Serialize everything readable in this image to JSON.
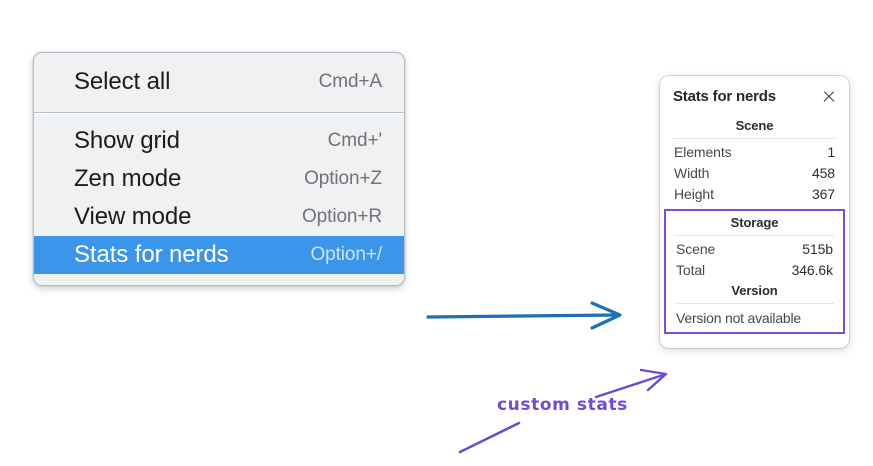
{
  "context_menu": {
    "name": "canvas-context-menu",
    "sections": [
      {
        "items": [
          {
            "label": "Select all",
            "shortcut": "Cmd+A",
            "selected": false
          }
        ]
      },
      {
        "items": [
          {
            "label": "Show grid",
            "shortcut": "Cmd+'",
            "selected": false
          },
          {
            "label": "Zen mode",
            "shortcut": "Option+Z",
            "selected": false
          },
          {
            "label": "View mode",
            "shortcut": "Option+R",
            "selected": false
          },
          {
            "label": "Stats for nerds",
            "shortcut": "Option+/",
            "selected": true
          }
        ]
      }
    ],
    "selected_color": "#3b95e8"
  },
  "stats_panel": {
    "title": "Stats for nerds",
    "close_icon": "close-icon",
    "scene": {
      "heading": "Scene",
      "rows": [
        {
          "key": "Elements",
          "value": "1"
        },
        {
          "key": "Width",
          "value": "458"
        },
        {
          "key": "Height",
          "value": "367"
        }
      ]
    },
    "storage": {
      "heading": "Storage",
      "rows": [
        {
          "key": "Scene",
          "value": "515b"
        },
        {
          "key": "Total",
          "value": "346.6k"
        }
      ]
    },
    "version": {
      "heading": "Version",
      "note": "Version not available"
    },
    "highlight_color": "#7c50d6"
  },
  "annotations": {
    "custom_stats_label": "custom stats",
    "arrow_blue_color": "#1f6fb2",
    "arrow_purple_color": "#6e4bd0"
  }
}
